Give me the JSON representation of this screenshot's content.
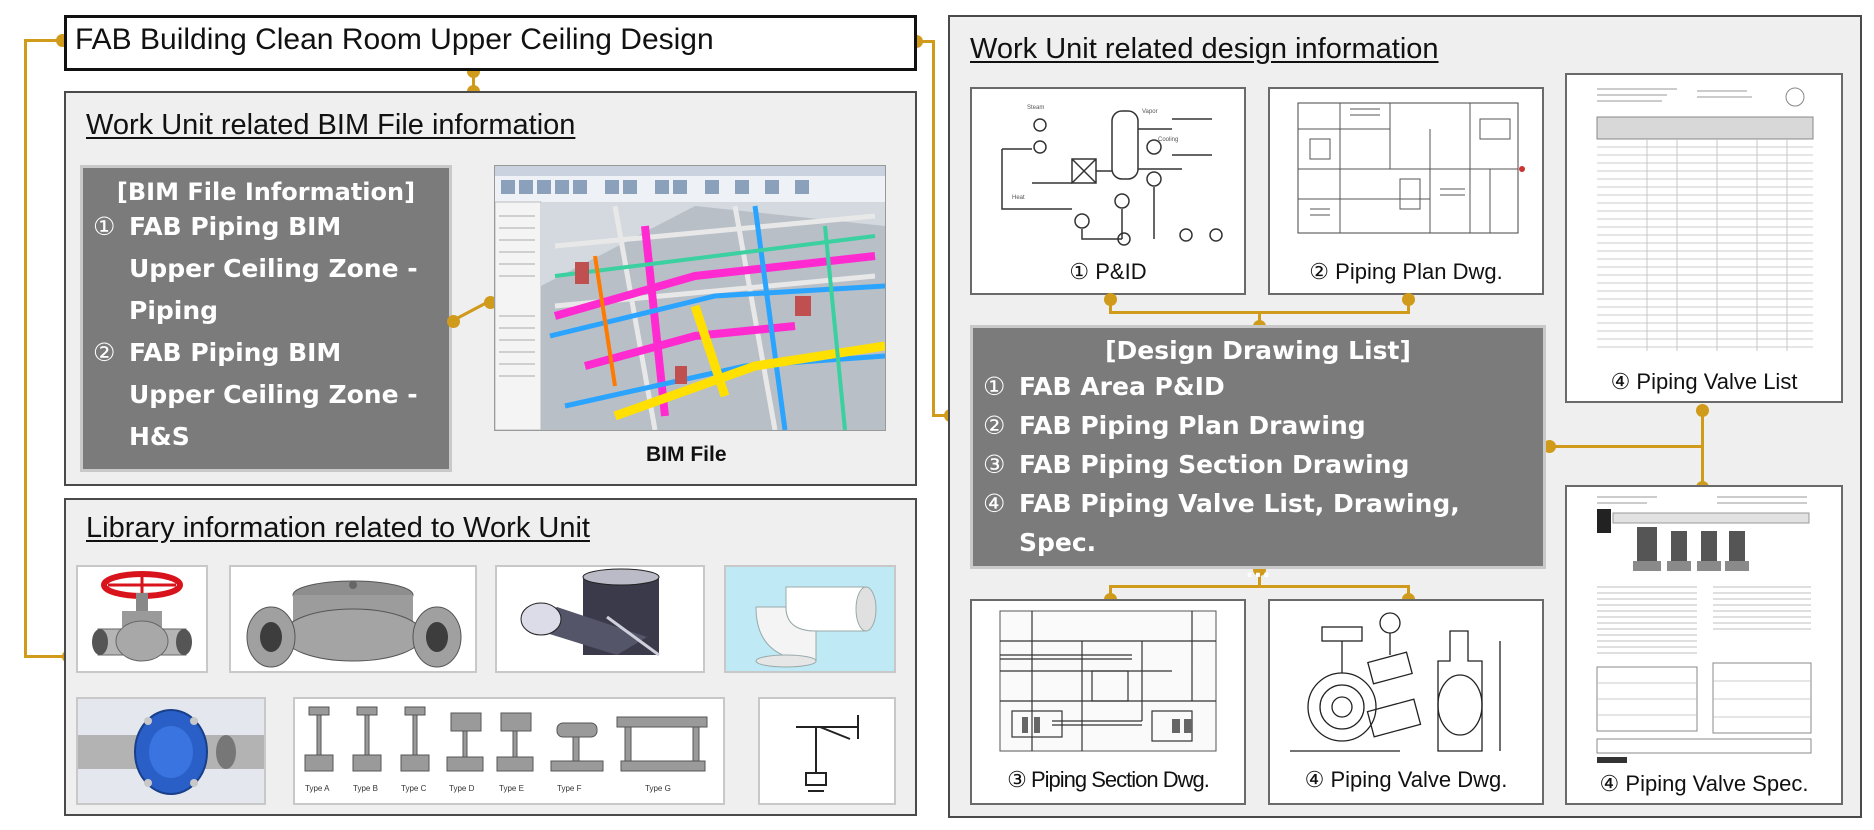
{
  "main_title": "FAB Building Clean Room Upper Ceiling Design",
  "bim_panel": {
    "title": "Work Unit related BIM  File information",
    "box_header": "[BIM File Information]",
    "items": [
      {
        "num": "①",
        "lines": [
          "FAB Piping BIM",
          "Upper Ceiling Zone -",
          "Piping"
        ]
      },
      {
        "num": "②",
        "lines": [
          "FAB Piping BIM",
          "Upper Ceiling Zone -",
          "H&S"
        ]
      }
    ],
    "image_caption": "BIM File"
  },
  "library_panel": {
    "title": "Library information related to Work Unit",
    "support_labels": [
      "Type A",
      "Type B",
      "Type C",
      "Type D",
      "Type E",
      "Type F",
      "Type G"
    ]
  },
  "design_panel": {
    "title": "Work Unit related design information",
    "thumbs": {
      "pid": {
        "num": "①",
        "label": "P&ID"
      },
      "plan": {
        "num": "②",
        "label": "Piping Plan Dwg."
      },
      "section": {
        "num": "③",
        "label": "Piping Section Dwg."
      },
      "valve_dwg": {
        "num": "④",
        "label": "Piping Valve Dwg."
      },
      "valve_list": {
        "num": "④",
        "label": "Piping Valve List"
      },
      "valve_spec": {
        "num": "④",
        "label": "Piping Valve Spec."
      }
    },
    "drawing_list": {
      "header": "[Design Drawing List]",
      "items": [
        {
          "num": "①",
          "label": "FAB Area P&ID"
        },
        {
          "num": "②",
          "label": "FAB Piping Plan Drawing"
        },
        {
          "num": "③",
          "label": "FAB Piping Section Drawing"
        },
        {
          "num": "④",
          "label": "FAB Piping Valve List, Drawing, Spec."
        }
      ],
      "more": "..."
    }
  },
  "colors": {
    "connector": "#d09a1a",
    "dark_box": "#7b7b7b",
    "panel_bg": "#efefef"
  }
}
